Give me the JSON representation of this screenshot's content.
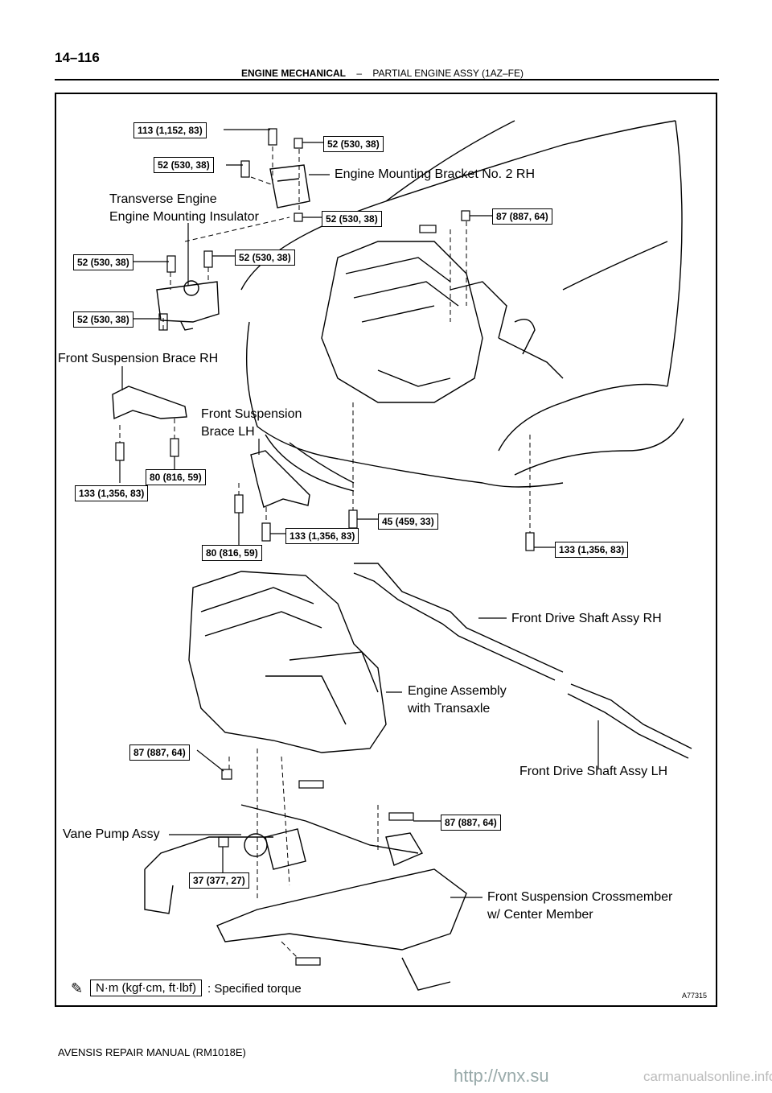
{
  "page": {
    "page_number": "14–116",
    "section": "ENGINE MECHANICAL",
    "separator": "–",
    "subsection": "PARTIAL ENGINE ASSY (1AZ–FE)",
    "figure_id": "A77315",
    "footer": "AVENSIS REPAIR MANUAL   (RM1018E)",
    "watermark": "http://vnx.su",
    "watermark2": "carmanualsonline.info"
  },
  "torques": {
    "t1": "113 (1,152, 83)",
    "t2": "52 (530, 38)",
    "t3": "52 (530, 38)",
    "t4": "52 (530, 38)",
    "t5": "87 (887, 64)",
    "t6": "52 (530, 38)",
    "t7": "52 (530, 38)",
    "t8": "52 (530, 38)",
    "t9": "80 (816, 59)",
    "t10": "133 (1,356, 83)",
    "t11": "45 (459, 33)",
    "t12": "133 (1,356, 83)",
    "t13": "80 (816, 59)",
    "t14": "133 (1,356, 83)",
    "t15": "87 (887, 64)",
    "t16": "87 (887, 64)",
    "t17": "37 (377, 27)"
  },
  "labels": {
    "bracket": "Engine Mounting Bracket No. 2 RH",
    "insulator_1": "Transverse Engine",
    "insulator_2": "Engine Mounting Insulator",
    "brace_rh": "Front Suspension Brace RH",
    "brace_lh_1": "Front Suspension",
    "brace_lh_2": "Brace LH",
    "shaft_rh": "Front Drive Shaft Assy RH",
    "engine_1": "Engine Assembly",
    "engine_2": "with Transaxle",
    "shaft_lh": "Front Drive Shaft Assy LH",
    "vane_pump": "Vane Pump Assy",
    "crossmember_1": "Front Suspension Crossmember",
    "crossmember_2": "w/ Center Member"
  },
  "legend": {
    "unit": "N·m (kgf·cm, ft·lbf)",
    "text": ": Specified torque"
  }
}
